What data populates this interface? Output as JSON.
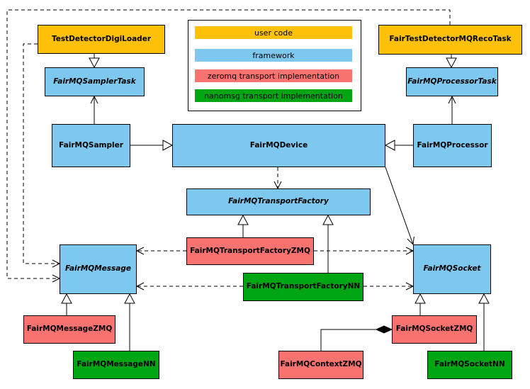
{
  "colors": {
    "user_code": "#FFC107",
    "framework": "#7EC8EF",
    "zeromq": "#F8726F",
    "nanomsg": "#00A513"
  },
  "legend": {
    "items": [
      {
        "label": "user code",
        "category": "user_code"
      },
      {
        "label": "framework",
        "category": "framework"
      },
      {
        "label": "zeromq transport implementation",
        "category": "zeromq"
      },
      {
        "label": "nanomsg transport implementation",
        "category": "nanomsg"
      }
    ]
  },
  "nodes": {
    "testDetectorDigiLoader": {
      "label": "TestDetectorDigiLoader",
      "category": "user_code",
      "abstract": false
    },
    "fairTestDetectorMQRecoTask": {
      "label": "FairTestDetectorMQRecoTask",
      "category": "user_code",
      "abstract": false
    },
    "fairMQSamplerTask": {
      "label": "FairMQSamplerTask",
      "category": "framework",
      "abstract": true
    },
    "fairMQProcessorTask": {
      "label": "FairMQProcessorTask",
      "category": "framework",
      "abstract": true
    },
    "fairMQSampler": {
      "label": "FairMQSampler",
      "category": "framework",
      "abstract": false
    },
    "fairMQDevice": {
      "label": "FairMQDevice",
      "category": "framework",
      "abstract": false
    },
    "fairMQProcessor": {
      "label": "FairMQProcessor",
      "category": "framework",
      "abstract": false
    },
    "fairMQTransportFactory": {
      "label": "FairMQTransportFactory",
      "category": "framework",
      "abstract": true
    },
    "fairMQTransportFactoryZMQ": {
      "label": "FairMQTransportFactoryZMQ",
      "category": "zeromq",
      "abstract": false
    },
    "fairMQTransportFactoryNN": {
      "label": "FairMQTransportFactoryNN",
      "category": "nanomsg",
      "abstract": false
    },
    "fairMQMessage": {
      "label": "FairMQMessage",
      "category": "framework",
      "abstract": true
    },
    "fairMQSocket": {
      "label": "FairMQSocket",
      "category": "framework",
      "abstract": true
    },
    "fairMQMessageZMQ": {
      "label": "FairMQMessageZMQ",
      "category": "zeromq",
      "abstract": false
    },
    "fairMQMessageNN": {
      "label": "FairMQMessageNN",
      "category": "nanomsg",
      "abstract": false
    },
    "fairMQSocketZMQ": {
      "label": "FairMQSocketZMQ",
      "category": "zeromq",
      "abstract": false
    },
    "fairMQSocketNN": {
      "label": "FairMQSocketNN",
      "category": "nanomsg",
      "abstract": false
    },
    "fairMQContextZMQ": {
      "label": "FairMQContextZMQ",
      "category": "zeromq",
      "abstract": false
    }
  },
  "relations": [
    {
      "from": "TestDetectorDigiLoader",
      "to": "FairMQSamplerTask",
      "type": "inheritance",
      "line": "solid"
    },
    {
      "from": "FairTestDetectorMQRecoTask",
      "to": "FairMQProcessorTask",
      "type": "inheritance",
      "line": "solid"
    },
    {
      "from": "FairMQSampler",
      "to": "FairMQSamplerTask",
      "type": "association",
      "line": "solid"
    },
    {
      "from": "FairMQProcessor",
      "to": "FairMQProcessorTask",
      "type": "association",
      "line": "solid"
    },
    {
      "from": "FairMQSampler",
      "to": "FairMQDevice",
      "type": "inheritance",
      "line": "solid"
    },
    {
      "from": "FairMQProcessor",
      "to": "FairMQDevice",
      "type": "inheritance",
      "line": "solid"
    },
    {
      "from": "FairMQDevice",
      "to": "FairMQTransportFactory",
      "type": "dependency",
      "line": "dashed"
    },
    {
      "from": "FairMQDevice",
      "to": "FairMQSocket",
      "type": "association",
      "line": "solid"
    },
    {
      "from": "FairMQTransportFactoryZMQ",
      "to": "FairMQTransportFactory",
      "type": "inheritance",
      "line": "solid"
    },
    {
      "from": "FairMQTransportFactoryNN",
      "to": "FairMQTransportFactory",
      "type": "inheritance",
      "line": "solid"
    },
    {
      "from": "FairMQTransportFactoryZMQ",
      "to": "FairMQMessage",
      "type": "dependency",
      "line": "dashed"
    },
    {
      "from": "FairMQTransportFactoryZMQ",
      "to": "FairMQSocket",
      "type": "dependency",
      "line": "dashed"
    },
    {
      "from": "FairMQTransportFactoryNN",
      "to": "FairMQMessage",
      "type": "dependency",
      "line": "dashed"
    },
    {
      "from": "FairMQTransportFactoryNN",
      "to": "FairMQSocket",
      "type": "dependency",
      "line": "dashed"
    },
    {
      "from": "TestDetectorDigiLoader",
      "to": "FairMQMessage",
      "type": "dependency",
      "line": "dashed"
    },
    {
      "from": "FairTestDetectorMQRecoTask",
      "to": "FairMQMessage",
      "type": "dependency",
      "line": "dashed"
    },
    {
      "from": "FairMQMessageZMQ",
      "to": "FairMQMessage",
      "type": "inheritance",
      "line": "solid"
    },
    {
      "from": "FairMQMessageNN",
      "to": "FairMQMessage",
      "type": "inheritance",
      "line": "solid"
    },
    {
      "from": "FairMQSocketZMQ",
      "to": "FairMQSocket",
      "type": "inheritance",
      "line": "solid"
    },
    {
      "from": "FairMQSocketNN",
      "to": "FairMQSocket",
      "type": "inheritance",
      "line": "solid"
    },
    {
      "from": "FairMQContextZMQ",
      "to": "FairMQSocketZMQ",
      "type": "composition",
      "line": "solid"
    }
  ]
}
